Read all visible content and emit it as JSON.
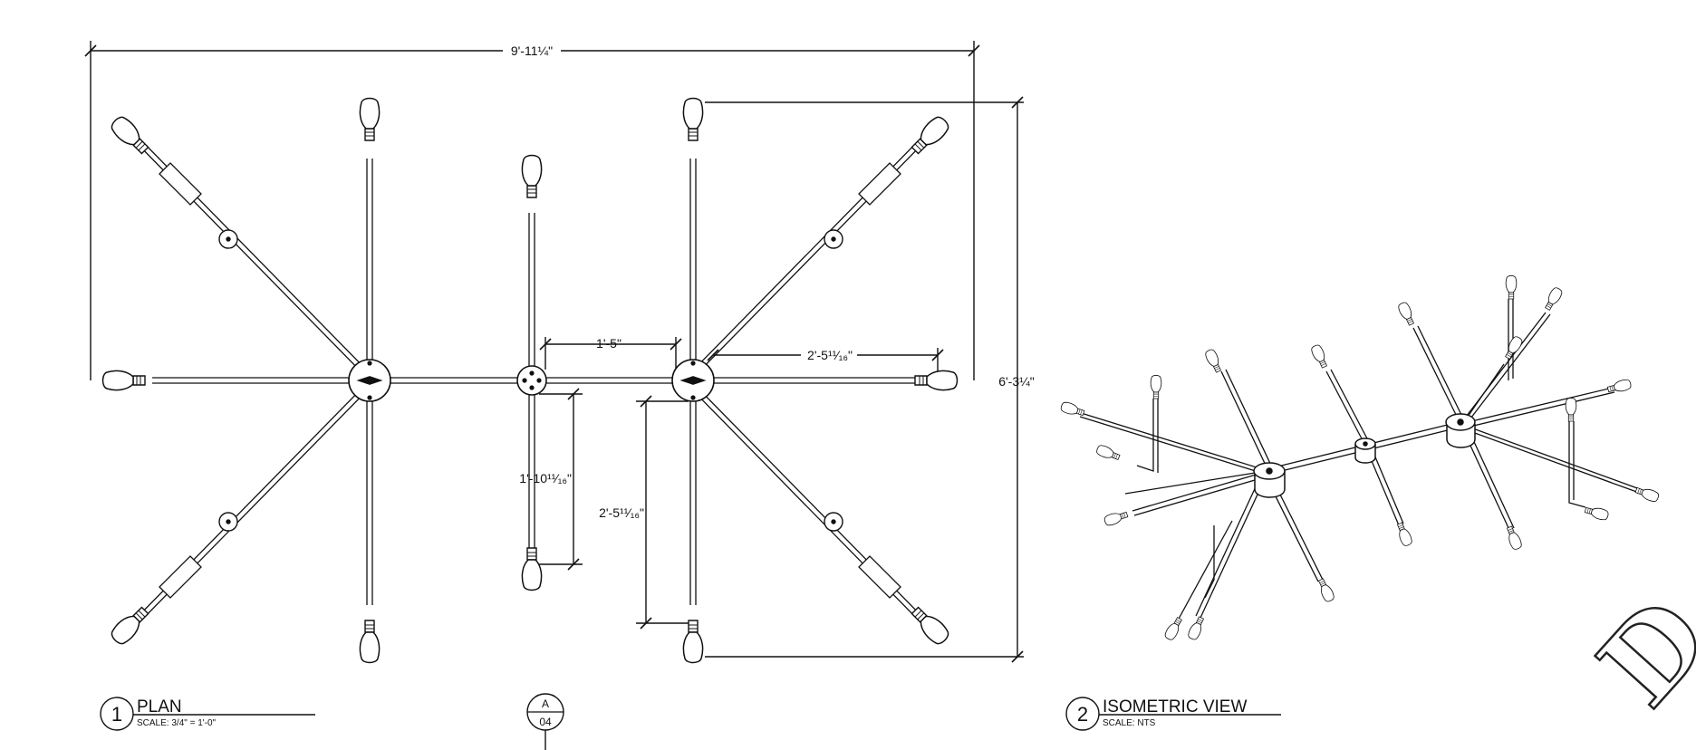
{
  "plan": {
    "dimensions": {
      "overall_width": "9'-11¼\"",
      "overall_height": "6'-3¼\"",
      "hub_spacing": "1'-5\"",
      "right_arm_length": "2'-5¹¹⁄₁₆\"",
      "center_arm_length": "1'-10¹¹⁄₁₆\"",
      "right_vertical_arm": "2'-5¹¹⁄₁₆\""
    },
    "title_block": {
      "number": "1",
      "title": "PLAN",
      "scale": "SCALE: 3/4\" = 1'-0\""
    }
  },
  "section_marker": {
    "letter": "A",
    "sheet": "04"
  },
  "isometric": {
    "title_block": {
      "number": "2",
      "title": "ISOMETRIC VIEW",
      "scale": "SCALE: NTS"
    }
  },
  "watermark": {
    "text": "D"
  }
}
